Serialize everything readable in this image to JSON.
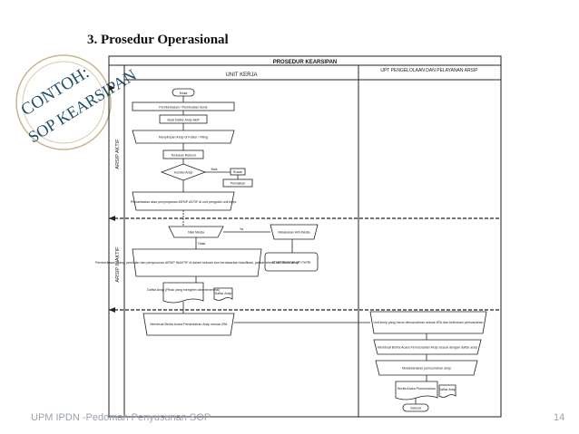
{
  "slide": {
    "title": "3.  Prosedur Operasional",
    "stamp": [
      "CONTOH:",
      "SOP KEARSIPAN"
    ],
    "footer_text": "UPM IPDN -Pedoman Penyusunan SOP",
    "page_number": "14"
  },
  "flowchart": {
    "title": "PROSEDUR KEARSIPAN",
    "columns": [
      "UNIT KERJA",
      "UPT PENGELOLAAN DAN PELAYANAN ARSIP"
    ],
    "lanes": [
      "ARSIP AKTIF",
      "ARSIP INAKTIF"
    ],
    "labels": {
      "mulai": "Mulai",
      "pemberkasan": "Pemberkasan / Pembuatan Surat",
      "buat_daftar": "Buat Daftar Arsip Aktif",
      "simpan": "Menyimpan Arsip di Folder / Filing",
      "tentukan_jra": "Tentukan Retensi",
      "kondisi": "Kondisi Arsip",
      "baik": "Baik",
      "rusak": "Rusak",
      "perbaikan": "Perbaikan",
      "pemanfaatan": "Pemanfaatan atau penyimpanan ARSIP AKTIF di unit pengolah unit kerja",
      "ya": "Ya",
      "tidak": "Tidak",
      "nilai_media": "Nilai Media",
      "melakukan_alih": "Melakukan Alih Media",
      "pemberkasan_inaktif": "Pemberkasan ulang, penilaian dan penyusunan ARSIP INAKTIF di dalam sebuah box berdasarkan klasifikasi, jadwal retensi dan daftar arsip",
      "cd_rom": "CD-ROM / hasil alih media",
      "daftar_arsip": "Daftar Arsip (Pihak yang mengirim dan menerima)",
      "daftar": "Daftar Arsip",
      "kirim_upt": "Membuat Berita Acara Pemindahan Arsip sesuai JRA",
      "upt_terima": "Unit Arsip yang harus dimusnahkan sesuai JRA dan ketentuan pemusnahan",
      "upt_pemusnahan": "Membuat Berita Acara Pemusnahan Arsip sesuai dengan daftar arsip",
      "upt_melaksanakan": "Melaksanakan pemusnahan arsip",
      "berita_acara": "Berita Acara Pemusnahan",
      "daftar_arsip2": "Daftar Arsip",
      "selesai": "Selesai"
    }
  }
}
